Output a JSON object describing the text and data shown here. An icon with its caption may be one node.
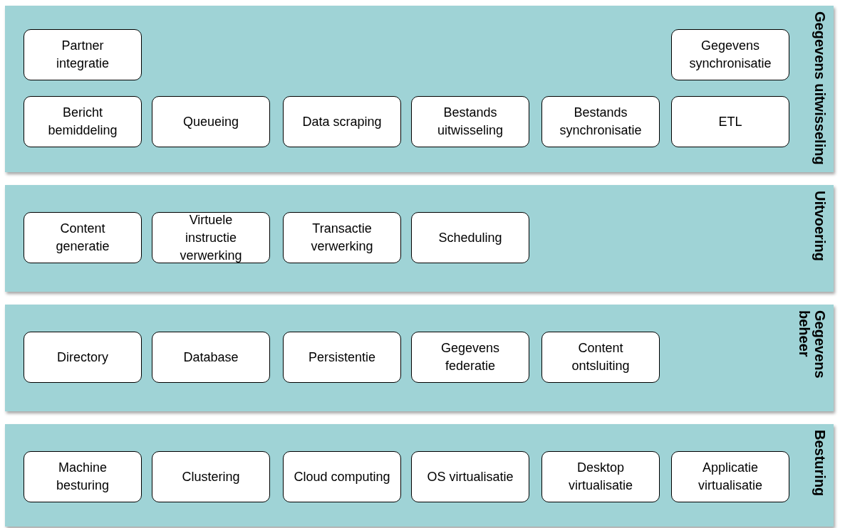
{
  "diagram": {
    "nodes": [
      {
        "text": [
          "Gegevens uitwisseling"
        ]
      },
      {
        "text": [
          "Partner integratie"
        ],
        "in": 0
      },
      {
        "text": [
          "Gegevens synchronisatie"
        ],
        "in": 0
      },
      {
        "text": [
          "Bericht bemiddeling"
        ],
        "in": 0
      },
      {
        "text": [
          "Queueing"
        ],
        "in": 0
      },
      {
        "text": [
          "Data scraping"
        ],
        "in": 0
      },
      {
        "text": [
          "Bestands uitwisseling"
        ],
        "in": 0
      },
      {
        "text": [
          "Bestands synchronisatie"
        ],
        "in": 0
      },
      {
        "text": [
          "ETL"
        ],
        "in": 0
      },
      {
        "text": [
          "Uitvoering"
        ]
      },
      {
        "text": [
          "Content generatie"
        ],
        "in": 9
      },
      {
        "text": [
          "Virtuele instructie verwerking"
        ],
        "in": 9
      },
      {
        "text": [
          "Transactie verwerking"
        ],
        "in": 9
      },
      {
        "text": [
          "Scheduling"
        ],
        "in": 9
      },
      {
        "text": [
          "Gegevens beheer"
        ]
      },
      {
        "text": [
          "Directory"
        ],
        "in": 14
      },
      {
        "text": [
          "Database"
        ],
        "in": 14
      },
      {
        "text": [
          "Persistentie"
        ],
        "in": 14
      },
      {
        "text": [
          "Gegevens federatie"
        ],
        "in": 14
      },
      {
        "text": [
          "Content ontsluiting"
        ],
        "in": 14
      },
      {
        "text": [
          "Besturing"
        ]
      },
      {
        "text": [
          "Machine besturing"
        ],
        "in": 20
      },
      {
        "text": [
          "Clustering"
        ],
        "in": 20
      },
      {
        "text": [
          "Cloud computing"
        ],
        "in": 20
      },
      {
        "text": [
          "OS virtualisatie"
        ],
        "in": 20
      },
      {
        "text": [
          "Desktop virtualisatie"
        ],
        "in": 20
      },
      {
        "text": [
          "Applicatie virtualisatie"
        ],
        "in": 20
      }
    ],
    "edges": []
  }
}
